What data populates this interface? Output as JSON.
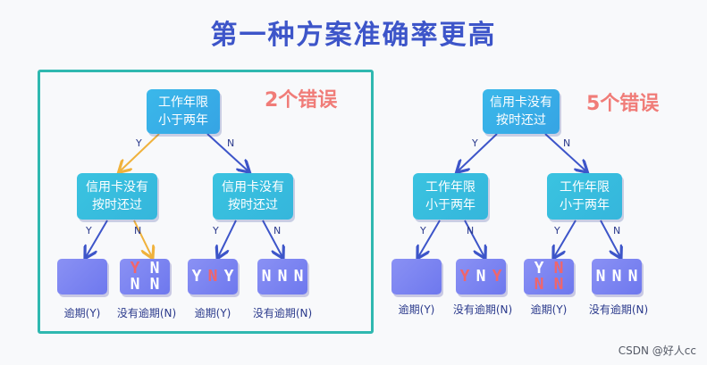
{
  "title": "第一种方案准确率更高",
  "watermark": "CSDN @好人cc",
  "colors": {
    "yes_branch": "#f0b23c",
    "no_branch": "#3d55c9",
    "wrong": "#f0656b",
    "right": "#ffffff"
  },
  "left_tree": {
    "errors_label": "2个错误",
    "root": "工作年限\n小于两年",
    "left_child": "信用卡没有\n按时还过",
    "right_child": "信用卡没有\n按时还过",
    "edges": {
      "root_left": "Y",
      "root_right": "N",
      "ll": "Y",
      "lr": "N",
      "rl": "Y",
      "rr": "N"
    },
    "leaves": [
      {
        "label": "逾期(Y)",
        "chars": []
      },
      {
        "label": "没有逾期(N)",
        "chars": [
          {
            "t": "Y",
            "wrong": true
          },
          {
            "t": "N",
            "wrong": false
          },
          {
            "t": "N",
            "wrong": false
          },
          {
            "t": "N",
            "wrong": false
          }
        ],
        "grid": true
      },
      {
        "label": "逾期(Y)",
        "chars": [
          {
            "t": "Y",
            "wrong": false
          },
          {
            "t": "N",
            "wrong": true
          },
          {
            "t": "Y",
            "wrong": false
          }
        ]
      },
      {
        "label": "没有逾期(N)",
        "chars": [
          {
            "t": "N",
            "wrong": false
          },
          {
            "t": "N",
            "wrong": false
          },
          {
            "t": "N",
            "wrong": false
          }
        ]
      }
    ]
  },
  "right_tree": {
    "errors_label": "5个错误",
    "root": "信用卡没有\n按时还过",
    "left_child": "工作年限\n小于两年",
    "right_child": "工作年限\n小于两年",
    "edges": {
      "root_left": "Y",
      "root_right": "N",
      "ll": "Y",
      "lr": "N",
      "rl": "Y",
      "rr": "N"
    },
    "leaves": [
      {
        "label": "逾期(Y)",
        "chars": []
      },
      {
        "label": "没有逾期(N)",
        "chars": [
          {
            "t": "Y",
            "wrong": true
          },
          {
            "t": "N",
            "wrong": false
          },
          {
            "t": "Y",
            "wrong": true
          }
        ]
      },
      {
        "label": "逾期(Y)",
        "chars": [
          {
            "t": "Y",
            "wrong": false
          },
          {
            "t": "N",
            "wrong": true
          },
          {
            "t": "N",
            "wrong": true
          },
          {
            "t": "N",
            "wrong": true
          }
        ],
        "grid": true
      },
      {
        "label": "没有逾期(N)",
        "chars": [
          {
            "t": "N",
            "wrong": false
          },
          {
            "t": "N",
            "wrong": false
          },
          {
            "t": "N",
            "wrong": false
          }
        ]
      }
    ]
  }
}
